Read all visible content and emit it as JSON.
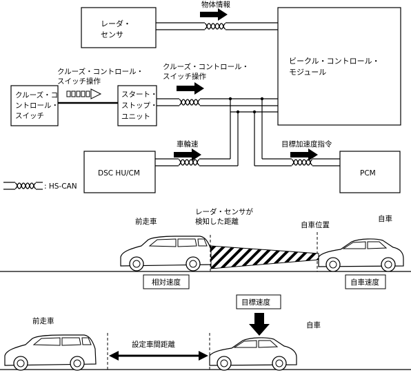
{
  "system": {
    "radar_sensor": [
      "レーダ・",
      "センサ"
    ],
    "vehicle_module": [
      "ビークル・コントロール・",
      "モジュール"
    ],
    "cruise_switch": [
      "クルーズ・コ",
      "ントロール・",
      "スイッチ"
    ],
    "start_stop_unit": [
      "スタート・",
      "ストップ・",
      "ユニット"
    ],
    "dsc": "DSC HU/CM",
    "pcm": "PCM",
    "label_object_info": "物体情報",
    "label_cruise_op_left": [
      "クルーズ・コントロール・",
      "スイッチ操作"
    ],
    "label_cruise_op_right": [
      "クルーズ・コントロール・",
      "スイッチ操作"
    ],
    "label_wheel_speed": "車輪速",
    "label_target_accel": "目標加速度指令",
    "legend": ": HS-CAN"
  },
  "scene1": {
    "lead_vehicle": "前走車",
    "detected_distance": [
      "レーダ・センサが",
      "検知した距離"
    ],
    "own_position": "自車位置",
    "own_vehicle": "自車",
    "relative_speed": "相対速度",
    "own_speed": "自車速度"
  },
  "scene2": {
    "lead_vehicle": "前走車",
    "set_distance": "設定車間距離",
    "target_speed": "目標速度",
    "own_vehicle": "自車"
  }
}
